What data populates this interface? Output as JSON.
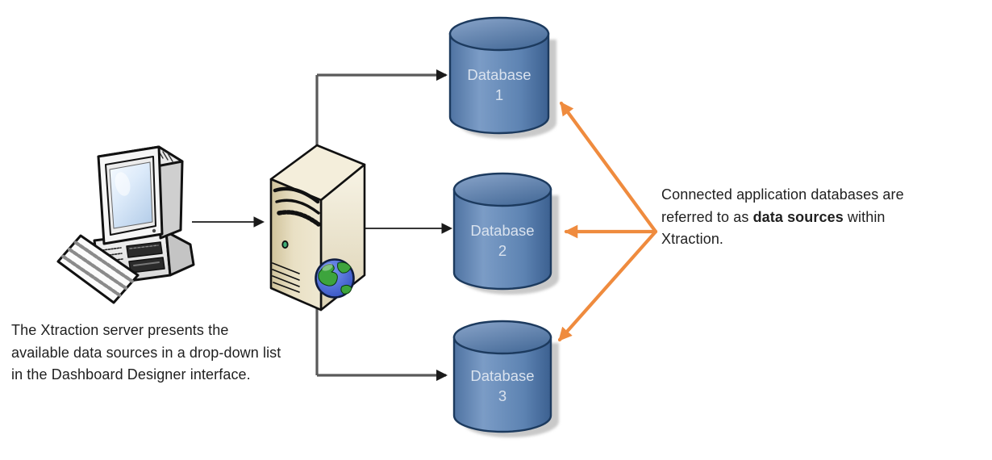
{
  "databases": [
    {
      "label": "Database",
      "number": "1"
    },
    {
      "label": "Database",
      "number": "2"
    },
    {
      "label": "Database",
      "number": "3"
    }
  ],
  "notes": {
    "left": {
      "line1": "The Xtraction server presents the",
      "line2": "available data sources in a drop-down list",
      "line3": "in the Dashboard Designer interface."
    },
    "right": {
      "line1": "Connected application databases are",
      "line2_pre": "referred to as ",
      "line2_bold": "data sources",
      "line2_post": " within",
      "line3": "Xtraction."
    }
  },
  "icons": {
    "client": "desktop-computer-icon",
    "server": "server-tower-icon",
    "globe": "globe-icon",
    "database": "database-cylinder-icon",
    "connector_arrow": "black-arrow",
    "callout_arrow": "orange-arrow"
  },
  "colors": {
    "database_fill": "#5d83b2",
    "database_outline": "#1c3a5e",
    "database_text": "#d9e2ee",
    "connector_line": "#595959",
    "thin_connector": "#1a1a1a",
    "highlight_arrow": "#ef8b3e",
    "server_body": "#e3d9bd",
    "note_text": "#1f1f1f"
  }
}
